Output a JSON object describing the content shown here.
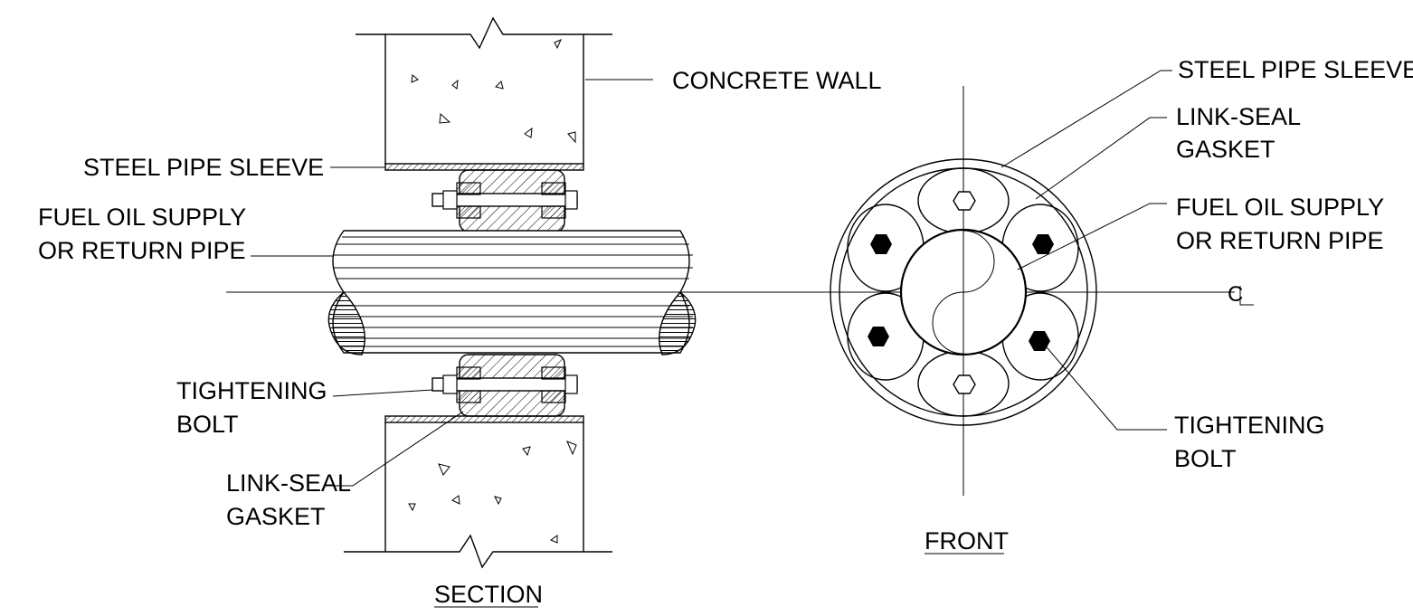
{
  "labels": {
    "concrete_wall": "CONCRETE WALL",
    "steel_pipe_sleeve_section": "STEEL PIPE SLEEVE",
    "fuel_oil_section_1": "FUEL OIL SUPPLY",
    "fuel_oil_section_2": "OR RETURN PIPE",
    "tightening_bolt_section_1": "TIGHTENING",
    "tightening_bolt_section_2": "BOLT",
    "link_seal_section_1": "LINK-SEAL",
    "link_seal_section_2": "GASKET",
    "section_title": "SECTION",
    "steel_pipe_sleeve_front": "STEEL PIPE SLEEVE",
    "link_seal_front_1": "LINK-SEAL",
    "link_seal_front_2": "GASKET",
    "fuel_oil_front_1": "FUEL OIL SUPPLY",
    "fuel_oil_front_2": "OR RETURN PIPE",
    "tightening_bolt_front_1": "TIGHTENING",
    "tightening_bolt_front_2": "BOLT",
    "front_title": "FRONT",
    "centerline_symbol": "C"
  }
}
